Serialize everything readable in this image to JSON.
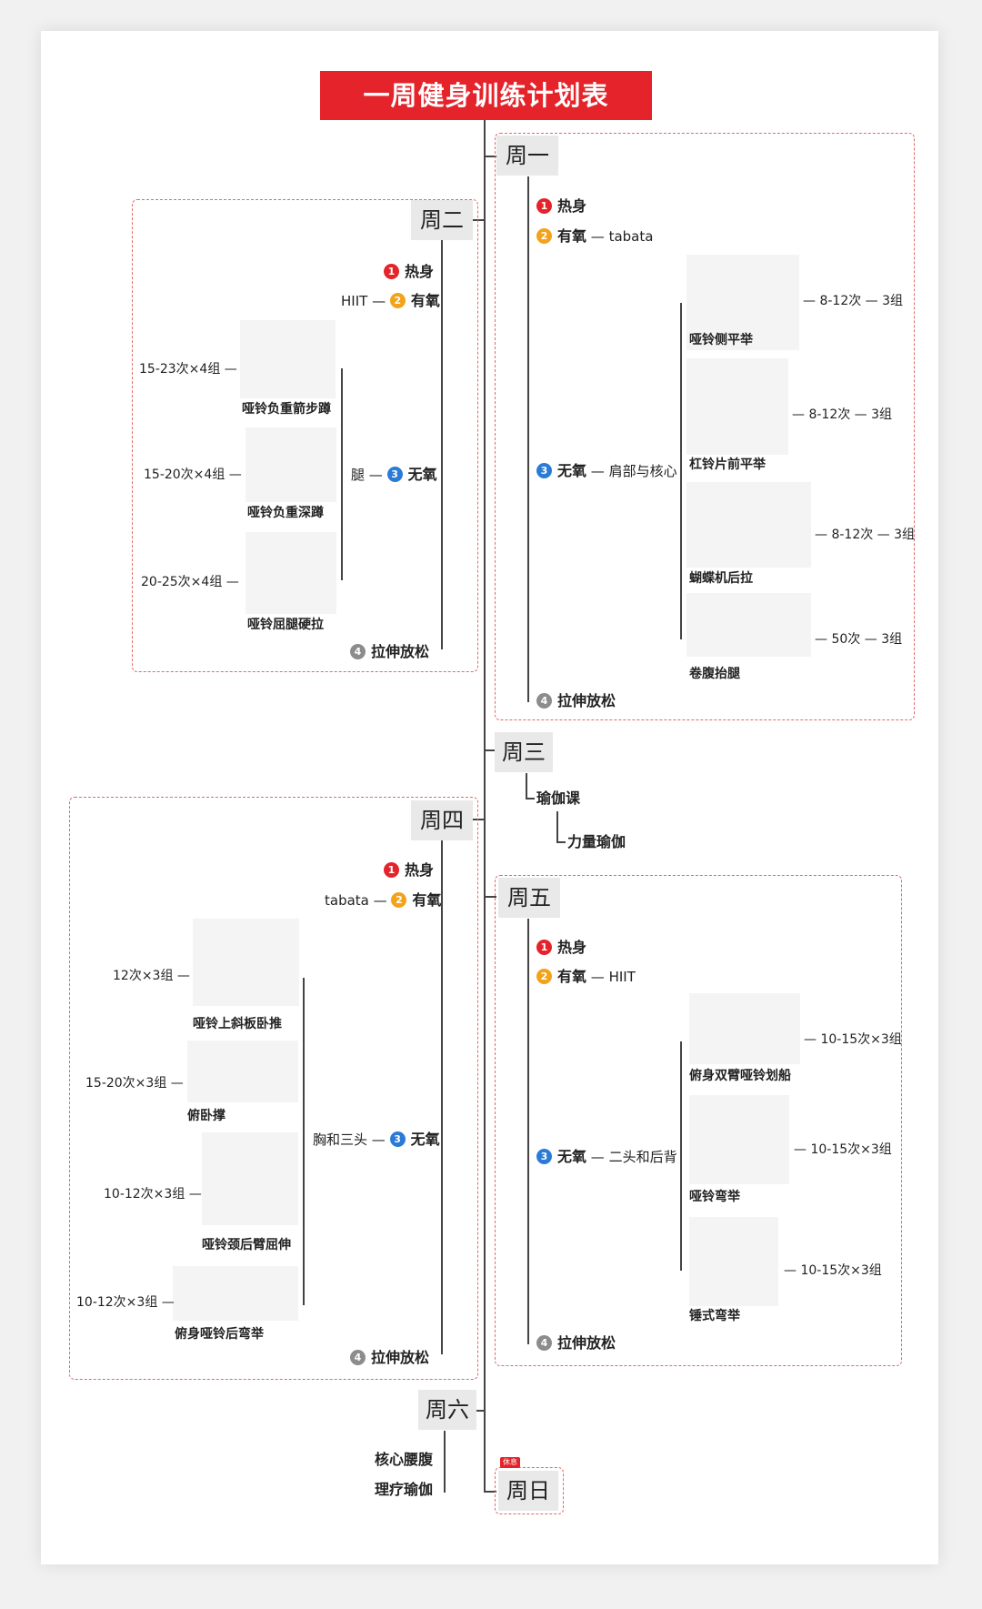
{
  "title": "一周健身训练计划表",
  "colors": {
    "accent": "#e4232b",
    "warm": "#f3a31b",
    "blue": "#2b7bd6",
    "grey": "#8c8c8c"
  },
  "mon": {
    "day": "周一",
    "warmup": "热身",
    "aerobic": "有氧",
    "aerobic_note": "tabata",
    "anaerobic": "无氧",
    "anaerobic_note": "肩部与核心",
    "exercises": [
      {
        "name": "哑铃侧平举",
        "reps": "8-12次",
        "sets": "3组"
      },
      {
        "name": "杠铃片前平举",
        "reps": "8-12次",
        "sets": "3组"
      },
      {
        "name": "蝴蝶机后拉",
        "reps": "8-12次",
        "sets": "3组"
      },
      {
        "name": "卷腹抬腿",
        "reps": "50次",
        "sets": "3组"
      }
    ],
    "stretch": "拉伸放松"
  },
  "tue": {
    "day": "周二",
    "warmup": "热身",
    "aerobic": "有氧",
    "aerobic_note": "HIIT",
    "anaerobic": "无氧",
    "anaerobic_note": "腿",
    "exercises": [
      {
        "name": "哑铃负重箭步蹲",
        "reps": "15-23次×4组"
      },
      {
        "name": "哑铃负重深蹲",
        "reps": "15-20次×4组"
      },
      {
        "name": "哑铃屈腿硬拉",
        "reps": "20-25次×4组"
      }
    ],
    "stretch": "拉伸放松"
  },
  "wed": {
    "day": "周三",
    "item1": "瑜伽课",
    "item2": "力量瑜伽"
  },
  "thu": {
    "day": "周四",
    "warmup": "热身",
    "aerobic": "有氧",
    "aerobic_note": "tabata",
    "anaerobic": "无氧",
    "anaerobic_note": "胸和三头",
    "exercises": [
      {
        "name": "哑铃上斜板卧推",
        "reps": "12次×3组"
      },
      {
        "name": "俯卧撑",
        "reps": "15-20次×3组"
      },
      {
        "name": "哑铃颈后臂屈伸",
        "reps": "10-12次×3组"
      },
      {
        "name": "俯身哑铃后弯举",
        "reps": "10-12次×3组"
      }
    ],
    "stretch": "拉伸放松"
  },
  "fri": {
    "day": "周五",
    "warmup": "热身",
    "aerobic": "有氧",
    "aerobic_note": "HIIT",
    "anaerobic": "无氧",
    "anaerobic_note": "二头和后背",
    "exercises": [
      {
        "name": "俯身双臂哑铃划船",
        "reps": "10-15次×3组"
      },
      {
        "name": "哑铃弯举",
        "reps": "10-15次×3组"
      },
      {
        "name": "锤式弯举",
        "reps": "10-15次×3组"
      }
    ],
    "stretch": "拉伸放松"
  },
  "sat": {
    "day": "周六",
    "item1": "核心腰腹",
    "item2": "理疗瑜伽"
  },
  "sun": {
    "day": "周日",
    "badge": "休息"
  }
}
